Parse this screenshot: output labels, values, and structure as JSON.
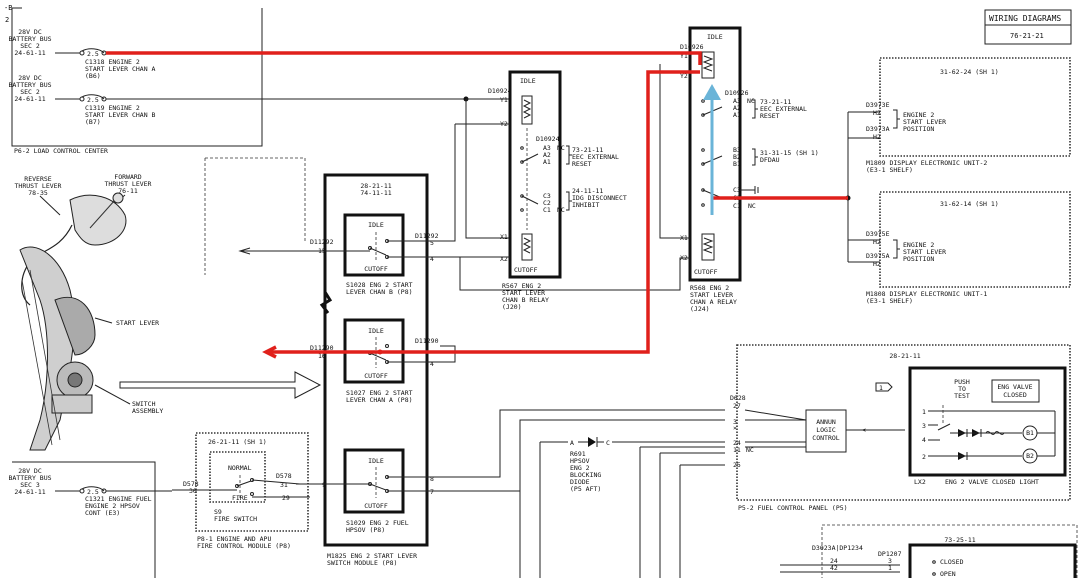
{
  "header": {
    "title": "WIRING DIAGRAMS",
    "chapter": "76-21-21",
    "sheet_mark": "-B",
    "row_mark": "2"
  },
  "load_center": {
    "label": "P6-2   LOAD CONTROL CENTER",
    "bus_a": [
      "28V DC",
      "BATTERY BUS",
      "SEC 2",
      "24-61-11"
    ],
    "bus_b": [
      "28V DC",
      "BATTERY BUS",
      "SEC 2",
      "24-61-11"
    ],
    "cb_a_rating": "2.5",
    "cb_b_rating": "2.5",
    "cb_a": [
      "C1318   ENGINE 2",
      "START LEVER CHAN A",
      "(B6)"
    ],
    "cb_b": [
      "C1319   ENGINE 2",
      "START LEVER CHAN B",
      "(B7)"
    ]
  },
  "lever": {
    "reverse": [
      "REVERSE",
      "THRUST LEVER",
      "78-35"
    ],
    "forward": [
      "FORWARD",
      "THRUST LEVER",
      "76-11"
    ],
    "start_lever": "START LEVER",
    "switch_assembly": [
      "SWITCH",
      "ASSEMBLY"
    ]
  },
  "module": {
    "ref": [
      "28-21-11",
      "74-11-11"
    ],
    "label": "M1825   ENG 2 START LEVER",
    "label2": "SWITCH MODULE (P8)",
    "s1028": [
      "S1028  ENG 2 START",
      "LEVER CHAN B (P8)"
    ],
    "s1027": [
      "S1027  ENG 2 START",
      "LEVER CHAN A (P8)"
    ],
    "s1029": [
      "S1029  ENG 2 FUEL",
      "HPSOV (P8)"
    ],
    "idle": "IDLE",
    "cutoff": "CUTOFF",
    "d11292_left": "D11292",
    "d11292_right": "D11292",
    "d11290_left": "D11290",
    "d11290_right": "D11290",
    "pin15": "15",
    "pin5": "5",
    "pin4a": "4",
    "pin16": "16",
    "pin4b": "4",
    "pin9": "9",
    "pin8": "8",
    "pin7": "7"
  },
  "relay_b": {
    "idle": "IDLE",
    "cutoff": "CUTOFF",
    "d10924": "D10924",
    "d10924b": "D10924",
    "y1": "Y1",
    "y2": "Y2",
    "x1": "X1",
    "x2": "X2",
    "a3": "A3",
    "a2": "A2",
    "a1": "A1",
    "nc1": "NC",
    "c3": "C3",
    "c2": "C2",
    "c1": "C1",
    "nc2": "NC",
    "ref1": [
      "73-21-11",
      "EEC EXTERNAL",
      "RESET"
    ],
    "ref2": [
      "24-11-11",
      "IDG DISCONNECT",
      "INHIBIT"
    ],
    "label": [
      "R567   ENG 2",
      "START LEVER",
      "CHAN B RELAY",
      "(J20)"
    ]
  },
  "relay_a": {
    "idle": "IDLE",
    "cutoff": "CUTOFF",
    "d10926": "D10926",
    "d10926b": "D10926",
    "y1": "Y1",
    "y2": "Y2",
    "x1": "X1",
    "x2": "X2",
    "a3": "A3",
    "a2": "A2",
    "a1": "A1",
    "nc1": "NC",
    "b3": "B3",
    "b2": "B2",
    "b1": "B1",
    "c3": "C3",
    "c2": "C2",
    "c1": "C1",
    "nc2": "NC",
    "ref1": [
      "73-21-11",
      "EEC EXTERNAL",
      "RESET"
    ],
    "ref2": [
      "31-31-15 (SH 1)",
      "DFDAU"
    ],
    "label": [
      "R568   ENG 2",
      "START LEVER",
      "CHAN A RELAY",
      "(J24)"
    ]
  },
  "deu2": {
    "ref": "31-62-24 (SH 1)",
    "plug": "D3973E",
    "plug2": "D3973A",
    "pin1": "H2",
    "pin2": "H2",
    "desc": [
      "ENGINE 2",
      "START LEVER",
      "POSITION"
    ],
    "label": [
      "M1809  DISPLAY ELECTRONIC UNIT-2",
      "(E3-1 SHELF)"
    ]
  },
  "deu1": {
    "ref": "31-62-14 (SH 1)",
    "plug": "D3975E",
    "plug2": "D3975A",
    "pin1": "H2",
    "pin2": "H2",
    "desc": [
      "ENGINE 2",
      "START LEVER",
      "POSITION"
    ],
    "label": [
      "M1808  DISPLAY ELECTRONIC UNIT-1",
      "(E3-1 SHELF)"
    ]
  },
  "fire": {
    "ref": "26-21-11 (SH 1)",
    "normal": "NORMAL",
    "fire": "FIRE",
    "s9": [
      "S9",
      "FIRE SWITCH"
    ],
    "label": [
      "P8-1   ENGINE AND APU",
      "FIRE CONTROL MODULE (P8)"
    ],
    "d578": "D578",
    "d578b": "D578",
    "pin30": "30",
    "pin31": "31",
    "pin29": "29"
  },
  "bus_c": {
    "lines": [
      "28V DC",
      "BATTERY BUS",
      "SEC 3",
      "24-61-11"
    ],
    "cb_rating": "2.5",
    "cb": [
      "C1321   ENGINE FUEL",
      "ENGINE 2 HPSOV",
      "CONT (E3)"
    ]
  },
  "diode": {
    "a": "A",
    "c": "C",
    "label": [
      "R691",
      "HPSOV",
      "ENG 2",
      "BLOCKING",
      "DIODE",
      "(P5 AFT)"
    ]
  },
  "fuel_panel": {
    "ref": "28-21-11",
    "d628": "D628",
    "pin27": "27",
    "pin3": "3",
    "pin24": "24",
    "pin11": "11",
    "nc": "NC",
    "pin25": "25",
    "annun": [
      "ANNUN",
      "LOGIC",
      "CONTROL"
    ],
    "push_test": [
      "PUSH",
      "TO",
      "TEST"
    ],
    "valve": [
      "ENG VALVE",
      "CLOSED"
    ],
    "b1": "B1",
    "b2": "B2",
    "n1": "1",
    "n3": "3",
    "n4": "4",
    "n2": "2",
    "lx2": "LX2",
    "lx2_label": "ENG 2 VALVE CLOSED LIGHT",
    "label": "P5-2    FUEL CONTROL PANEL (P5)",
    "flag": "1"
  },
  "bottom_right": {
    "plugs": "D3023A|DP1234",
    "dp1207": "DP1207",
    "p24": "24",
    "p42": "42",
    "p3": "3",
    "p1": "1",
    "ref": "73-25-11",
    "closed": "CLOSED",
    "open": "OPEN"
  }
}
